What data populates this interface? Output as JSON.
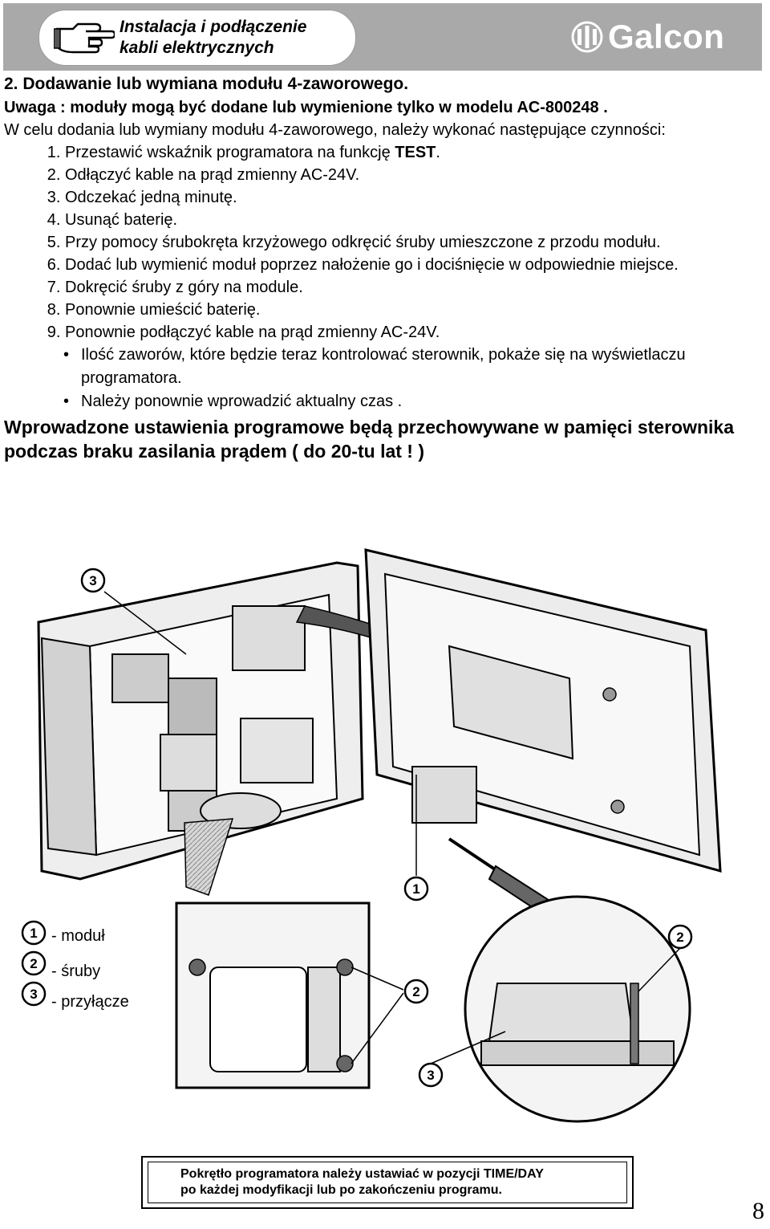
{
  "header": {
    "title_line1": "Instalacja i podłączenie",
    "title_line2": "kabli elektrycznych",
    "brand": "Galcon",
    "icon": "pointing-hand-icon",
    "brand_icon": "galcon-logo-icon"
  },
  "section": {
    "title": "2. Dodawanie lub wymiana modułu 4-zaworowego.",
    "note": "Uwaga : moduły mogą być dodane lub wymienione tylko w modelu  AC-800248 .",
    "intro": "W celu dodania lub wymiany modułu 4-zaworowego, należy wykonać następujące czynności:",
    "steps": [
      {
        "pre": "Przestawić wskaźnik programatora na funkcję ",
        "bold": "TEST",
        "post": "."
      },
      {
        "pre": "Odłączyć kable na prąd zmienny AC-24V.",
        "bold": "",
        "post": ""
      },
      {
        "pre": "Odczekać jedną minutę.",
        "bold": "",
        "post": ""
      },
      {
        "pre": "Usunąć baterię.",
        "bold": "",
        "post": ""
      },
      {
        "pre": "Przy pomocy śrubokręta krzyżowego odkręcić śruby umieszczone z przodu modułu.",
        "bold": "",
        "post": ""
      },
      {
        "pre": "Dodać lub wymienić moduł poprzez nałożenie go i dociśnięcie w odpowiednie miejsce.",
        "bold": "",
        "post": ""
      },
      {
        "pre": "Dokręcić śruby z góry na module.",
        "bold": "",
        "post": ""
      },
      {
        "pre": "Ponownie umieścić baterię.",
        "bold": "",
        "post": ""
      },
      {
        "pre": "Ponownie podłączyć kable na prąd zmienny AC-24V.",
        "bold": "",
        "post": ""
      }
    ],
    "bullets": [
      "Ilość zaworów, które będzie teraz kontrolować sterownik, pokaże się na wyświetlaczu programatora.",
      "Należy ponownie wprowadzić aktualny czas ."
    ],
    "final": "Wprowadzone ustawienia programowe będą przechowywane w pamięci sterownika podczas braku zasilania prądem ( do 20-tu lat ! )"
  },
  "diagram": {
    "legend": [
      {
        "num": "1",
        "label": "- moduł"
      },
      {
        "num": "2",
        "label": "- śruby"
      },
      {
        "num": "3",
        "label": "- przyłącze"
      }
    ],
    "callouts": [
      "3",
      "1",
      "2",
      "2",
      "3"
    ]
  },
  "notice": {
    "line1": "Pokrętło programatora należy ustawiać w pozycji TIME/DAY",
    "line2": "po każdej modyfikacji lub po zakończeniu programu."
  },
  "page_number": "8"
}
